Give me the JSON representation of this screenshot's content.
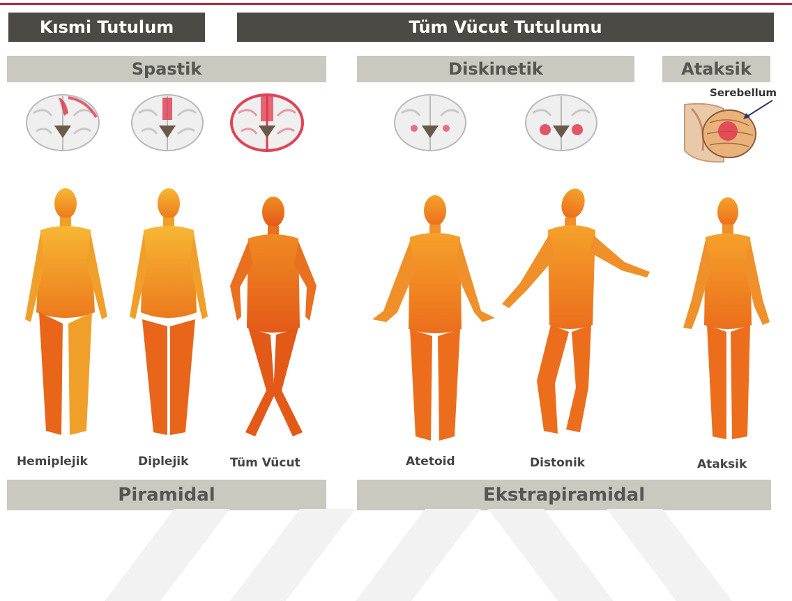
{
  "headers": {
    "partial": "Kısmi Tutulum",
    "whole": "Tüm Vücut Tutulumu"
  },
  "categories": {
    "spastic": "Spastik",
    "dyskinetic": "Diskinetik",
    "ataxic": "Ataksik"
  },
  "annotation": {
    "cerebellum": "Serebellum"
  },
  "figures": [
    {
      "label": "Hemiplejik"
    },
    {
      "label": "Diplejik"
    },
    {
      "label": "Tüm Vücut"
    },
    {
      "label": "Atetoid"
    },
    {
      "label": "Distonik"
    },
    {
      "label": "Ataksik"
    }
  ],
  "footer": {
    "pyramidal": "Piramidal",
    "extrapyramidal": "Ekstrapiramidal"
  },
  "colors": {
    "dark_header": "#4b4a45",
    "grey_header": "#c9c9bf",
    "body_orange": "#f5a623",
    "body_red": "#e8651a",
    "highlight_red": "#e0394e"
  }
}
